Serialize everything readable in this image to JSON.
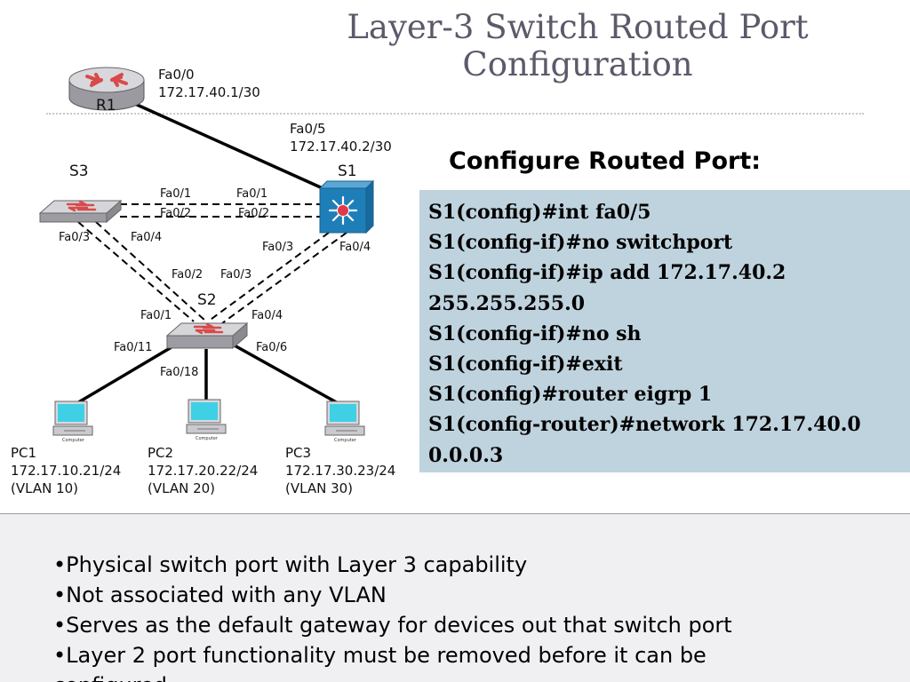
{
  "title_lines": [
    "Layer-3 Switch Routed Port",
    "Configuration"
  ],
  "topology": {
    "r1": {
      "name": "R1",
      "port": "Fa0/0",
      "ip": "172.17.40.1/30"
    },
    "s1": {
      "name": "S1",
      "uplink_port": "Fa0/5",
      "uplink_ip": "172.17.40.2/30",
      "fa01": "Fa0/1",
      "fa02": "Fa0/2",
      "fa03": "Fa0/3",
      "fa04": "Fa0/4"
    },
    "s3": {
      "name": "S3",
      "fa01": "Fa0/1",
      "fa02": "Fa0/2",
      "fa03": "Fa0/3",
      "fa04": "Fa0/4"
    },
    "s2": {
      "name": "S2",
      "fa01": "Fa0/1",
      "fa02": "Fa0/2",
      "fa03": "Fa0/3",
      "fa04": "Fa0/4",
      "fa011": "Fa0/11",
      "fa018": "Fa0/18",
      "fa06": "Fa0/6"
    },
    "pcs": [
      {
        "name": "PC1",
        "ip": "172.17.10.21/24",
        "vlan": "(VLAN 10)",
        "caption": "Computer"
      },
      {
        "name": "PC2",
        "ip": "172.17.20.22/24",
        "vlan": "(VLAN 20)",
        "caption": "Computer"
      },
      {
        "name": "PC3",
        "ip": "172.17.30.23/24",
        "vlan": "(VLAN 30)",
        "caption": "Computer"
      }
    ]
  },
  "config": {
    "heading": "Configure Routed Port:",
    "lines": [
      "S1(config)#int fa0/5",
      "S1(config-if)#no switchport",
      "S1(config-if)#ip add 172.17.40.2",
      "255.255.255.0",
      "S1(config-if)#no sh",
      "S1(config-if)#exit",
      "S1(config)#router eigrp 1",
      "S1(config-router)#network 172.17.40.0",
      "0.0.0.3"
    ]
  },
  "bullets": [
    "•Physical switch port with Layer 3 capability",
    "•Not associated with any VLAN",
    "•Serves as the default gateway for devices out that switch port",
    "•Layer 2 port functionality must be removed before it can be",
    "configured"
  ],
  "colors": {
    "config_bg": "#bfd3de",
    "multilayer_switch": "#1e7fb8",
    "router_icon": "#d94a4a",
    "pc_screen": "#3fd0e6"
  }
}
